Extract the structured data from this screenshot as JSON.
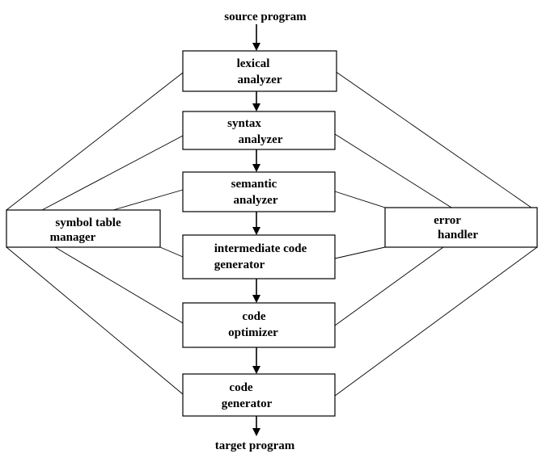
{
  "input_label": "source program",
  "output_label": "target program",
  "phases": [
    {
      "id": "lexical",
      "line1": "lexical",
      "line2": "analyzer"
    },
    {
      "id": "syntax",
      "line1": "syntax",
      "line2": "analyzer"
    },
    {
      "id": "semantic",
      "line1": "semantic",
      "line2": "analyzer"
    },
    {
      "id": "intermediate",
      "line1": "intermediate code",
      "line2": "generator"
    },
    {
      "id": "optimizer",
      "line1": "code",
      "line2": "optimizer"
    },
    {
      "id": "generator",
      "line1": "code",
      "line2": "generator"
    }
  ],
  "symbol_table": {
    "line1": "symbol table",
    "line2": "manager"
  },
  "error_handler": {
    "line1": "error",
    "line2": "handler"
  }
}
